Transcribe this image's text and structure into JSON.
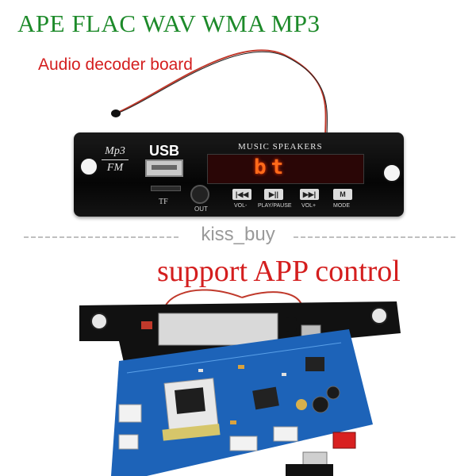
{
  "header": {
    "formats": "APE FLAC WAV WMA MP3",
    "subtitle": "Audio decoder board"
  },
  "separator": {
    "watermark": "kiss_buy"
  },
  "feature": {
    "text": "support APP control"
  },
  "panel": {
    "logo_top": "Mp3",
    "logo_bottom": "FM",
    "usb_label": "USB",
    "tf_label": "TF",
    "out_label": "OUT",
    "brand": "MUSIC SPEAKERS",
    "display": "bt",
    "buttons": [
      {
        "icon": "prev-icon",
        "glyph": "|◀◀",
        "label": "VOL-"
      },
      {
        "icon": "play-pause-icon",
        "glyph": "▶||",
        "label": "PLAY/PAUSE"
      },
      {
        "icon": "next-icon",
        "glyph": "▶▶|",
        "label": "VOL+"
      },
      {
        "icon": "mode-icon",
        "glyph": "M",
        "label": "MODE"
      }
    ]
  },
  "colors": {
    "headline": "#1d8a2a",
    "accent_red": "#d41e1e",
    "led": "#ff6a1a",
    "pcb_blue": "#1d63b8"
  }
}
